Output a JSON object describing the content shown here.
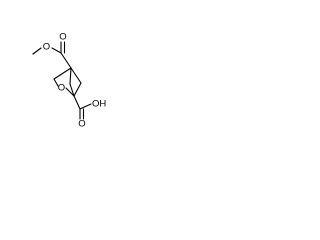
{
  "structure": {
    "atoms": {
      "ester_oxygen": "O",
      "carbonyl_oxygen_top": "O",
      "ring_oxygen": "O",
      "carbonyl_oxygen_bottom": "O",
      "hydroxyl": "OH"
    },
    "bond_color": "#000000",
    "background_color": "#ffffff"
  }
}
